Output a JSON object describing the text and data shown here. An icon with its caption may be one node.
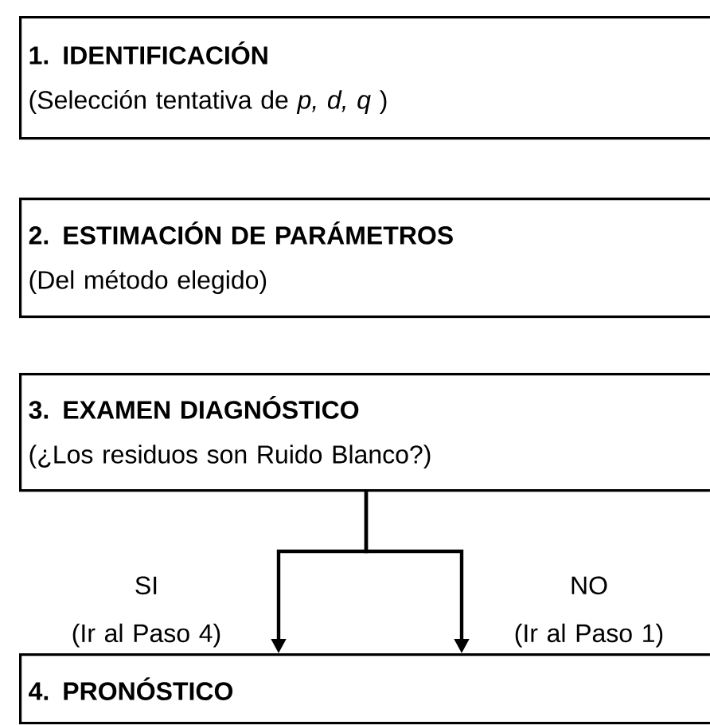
{
  "diagram": {
    "nodes": [
      {
        "text": [
          "1. IDENTIFICACIÓN",
          "(Selección tentativa de *p, d, q* )"
        ]
      },
      {
        "text": [
          "2. ESTIMACIÓN DE PARÁMETROS",
          "(Del método elegido)"
        ]
      },
      {
        "text": [
          "3. EXAMEN DIAGNÓSTICO",
          "(¿Los residuos son Ruido Blanco?)"
        ]
      },
      {
        "text": [
          "4. PRONÓSTICO"
        ]
      }
    ],
    "edges": [
      {
        "from": 2,
        "to": 3,
        "arrow": "to",
        "label": "SI (Ir al Paso 4)"
      },
      {
        "from": 2,
        "to": 3,
        "arrow": "to",
        "label": "NO (Ir al Paso 1)"
      }
    ]
  }
}
